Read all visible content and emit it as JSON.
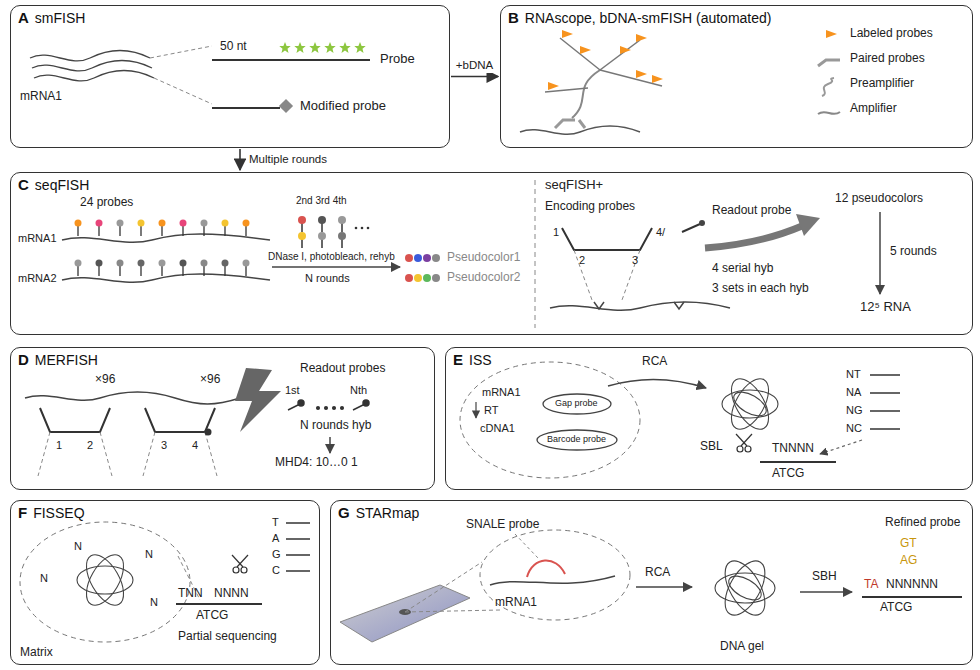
{
  "diagram": {
    "nodes": [
      {
        "text": [
          "A",
          "smFISH"
        ]
      },
      {
        "text": [
          "B",
          "RNAscope, bDNA-smFISH (automated)"
        ]
      },
      {
        "text": [
          "C",
          "seqFISH"
        ]
      },
      {
        "text": [
          "D",
          "MERFISH"
        ]
      },
      {
        "text": [
          "E",
          "ISS"
        ]
      },
      {
        "text": [
          "F",
          "FISSEQ"
        ]
      },
      {
        "text": [
          "G",
          "STARmap"
        ]
      }
    ],
    "edges": [
      {
        "from": 0,
        "to": 1,
        "label": "+bDNA",
        "arrow": "to"
      },
      {
        "from": 0,
        "to": 2,
        "label": "Multiple rounds",
        "arrow": "to"
      }
    ],
    "labels": [
      "mRNA1",
      "50 nt",
      "Probe",
      "Modified probe",
      "24 probes",
      "2nd 3rd 4th",
      "mRNA1",
      "mRNA2",
      "DNase I, photobleach, rehyb",
      "N rounds",
      "Pseudocolor1",
      "Pseudocolor2",
      "seqFISH+",
      "Encoding probes",
      "1",
      "2",
      "3",
      "4/",
      "Readout probe",
      "4 serial hyb",
      "3 sets in each hyb",
      "12 pseudocolors",
      "5 rounds",
      "12⁵ RNA",
      "×96",
      "×96",
      "1",
      "2",
      "3",
      "4",
      "Readout probes",
      "1st",
      "Nth",
      "N rounds hyb",
      "MHD4: 10…0 1",
      "mRNA1",
      "RT",
      "cDNA1",
      "Gap probe",
      "Barcode probe",
      "RCA",
      "SBL",
      "NT",
      "NA",
      "NG",
      "NC",
      "TNNNN",
      "ATCG",
      "N",
      "N",
      "N",
      "N",
      "T",
      "A",
      "G",
      "C",
      "TNN",
      "NNNN",
      "ATCG",
      "Partial sequencing",
      "Matrix",
      "SNALE probe",
      "mRNA1",
      "RCA",
      "SBH",
      "Refined probe",
      "GT",
      "AG",
      "TA",
      "NNNNNN",
      "ATCG",
      "DNA gel"
    ],
    "legend": [
      {
        "text": "Labeled probes"
      },
      {
        "text": "Paired probes"
      },
      {
        "text": "Preamplifier"
      },
      {
        "text": "Amplifier"
      }
    ]
  }
}
